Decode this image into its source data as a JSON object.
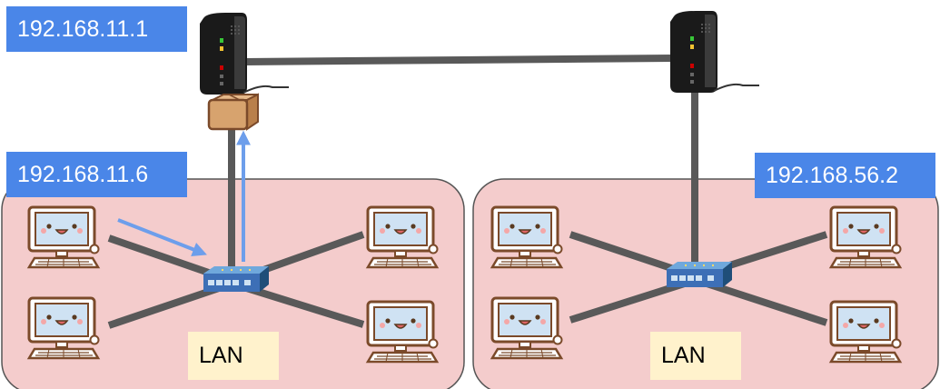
{
  "labels": {
    "router_left_ip": "192.168.11.1",
    "host_ip": "192.168.11.6",
    "right_ip": "192.168.56.2",
    "lan_left": "LAN",
    "lan_right": "LAN"
  },
  "colors": {
    "lan_fill": "#f4cccc",
    "ip_label_bg": "#4a86e8",
    "lan_label_bg": "#fff2cc",
    "cable": "#595959",
    "arrow": "#6d9eeb",
    "package": "#d7a36e"
  },
  "icons": [
    "router-icon",
    "switch-icon",
    "computer-icon",
    "package-icon",
    "arrow-icon"
  ]
}
